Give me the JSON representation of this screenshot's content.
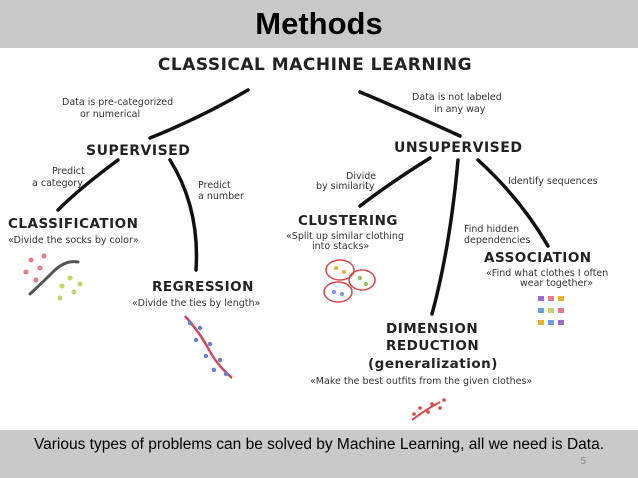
{
  "slide": {
    "title": "Methods",
    "caption": "Various types of problems can be solved by Machine Learning, all we need is Data.",
    "page_number": "5"
  },
  "diagram": {
    "root": "CLASSICAL MACHINE LEARNING",
    "supervised": {
      "label": "SUPERVISED",
      "edge_note_line1": "Data is pre-categorized",
      "edge_note_line2": "or numerical",
      "classification": {
        "label": "CLASSIFICATION",
        "example": "«Divide the socks by color»",
        "edge_note_line1": "Predict",
        "edge_note_line2": "a category"
      },
      "regression": {
        "label": "REGRESSION",
        "example": "«Divide the ties by length»",
        "edge_note_line1": "Predict",
        "edge_note_line2": "a number"
      }
    },
    "unsupervised": {
      "label": "UNSUPERVISED",
      "edge_note_line1": "Data is not labeled",
      "edge_note_line2": "in any way",
      "clustering": {
        "label": "CLUSTERING",
        "example_line1": "«Split up similar clothing",
        "example_line2": "into stacks»",
        "edge_note_line1": "Divide",
        "edge_note_line2": "by similarity"
      },
      "association": {
        "label": "ASSOCIATION",
        "example_line1": "«Find what clothes I often",
        "example_line2": "wear together»",
        "edge_note_line1": "Identify sequences"
      },
      "dimension_reduction": {
        "label_line1": "DIMENSION",
        "label_line2": "REDUCTION",
        "label_line3": "(generalization)",
        "example": "«Make the best outfits from the given clothes»",
        "edge_note_line1": "Find hidden",
        "edge_note_line2": "dependencies"
      }
    }
  }
}
